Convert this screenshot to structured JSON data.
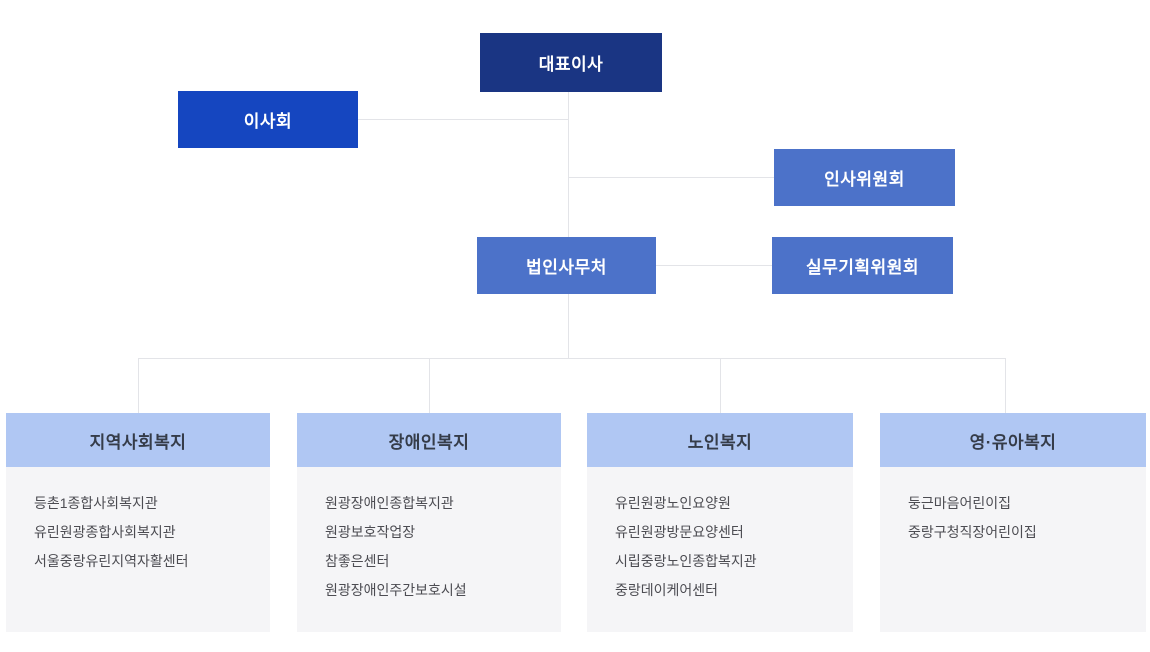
{
  "org": {
    "ceo_label": "대표이사",
    "board_label": "이사회",
    "hr_committee_label": "인사위원회",
    "secretariat_label": "법인사무처",
    "planning_committee_label": "실무기획위원회",
    "divisions": [
      {
        "label": "지역사회복지",
        "items": [
          "등촌1종합사회복지관",
          "유린원광종합사회복지관",
          "서울중랑유린지역자활센터"
        ]
      },
      {
        "label": "장애인복지",
        "items": [
          "원광장애인종합복지관",
          "원광보호작업장",
          "참좋은센터",
          "원광장애인주간보호시설"
        ]
      },
      {
        "label": "노인복지",
        "items": [
          "유린원광노인요양원",
          "유린원광방문요양센터",
          "시립중랑노인종합복지관",
          "중랑데이케어센터"
        ]
      },
      {
        "label": "영·유아복지",
        "items": [
          "둥근마음어린이집",
          "중랑구청직장어린이집"
        ]
      }
    ]
  },
  "colors": {
    "ceo_box": "#1a3583",
    "board_box": "#1546c0",
    "committee_box": "#4c72c9",
    "division_header": "#b0c7f3",
    "division_panel": "#f5f5f7",
    "connector_line": "#e3e4e8",
    "header_text": "#353c49",
    "item_text": "#4c4c52"
  }
}
